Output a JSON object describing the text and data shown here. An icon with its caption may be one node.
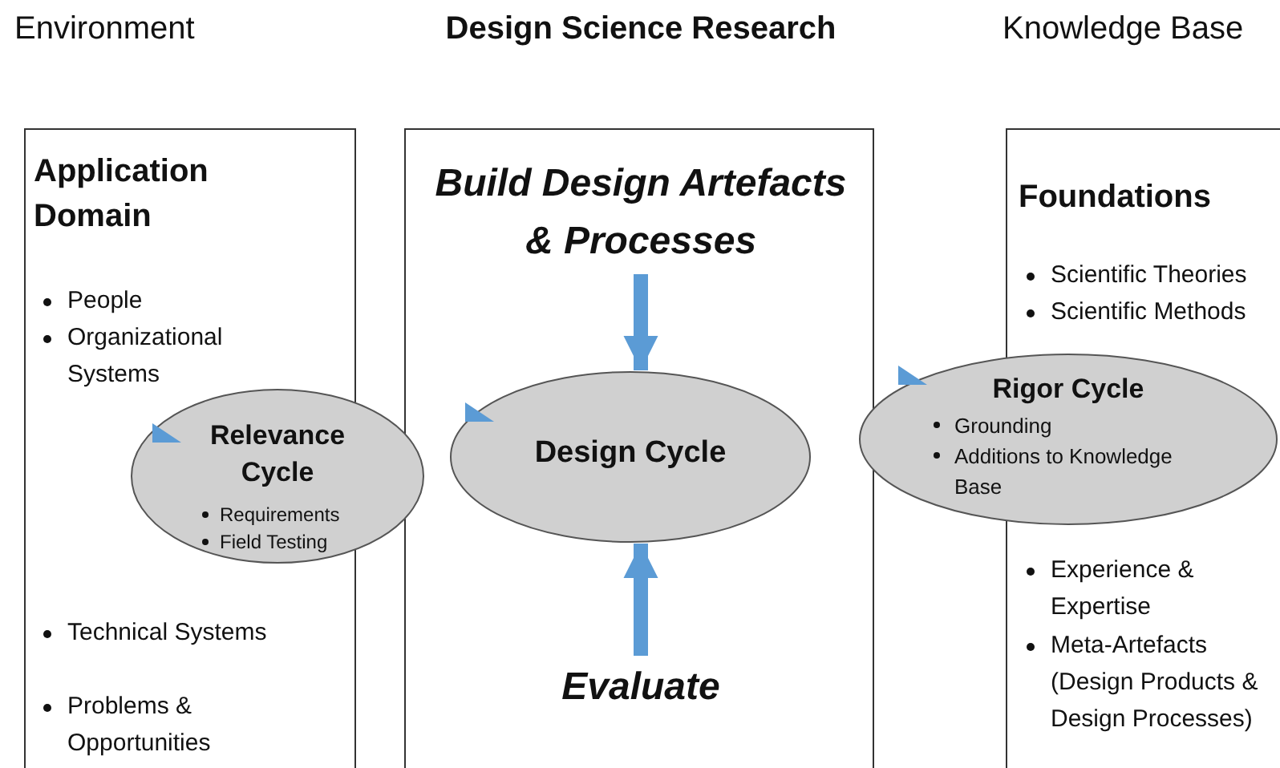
{
  "diagram": {
    "nodes": [
      {
        "text": [
          "Environment",
          "Application Domain",
          "People",
          "Organizational Systems",
          "Technical Systems",
          "Problems & Opportunities"
        ]
      },
      {
        "text": [
          "Design Science Research"
        ]
      },
      {
        "text": [
          "Build Design Artefacts & Processes"
        ],
        "in": 1
      },
      {
        "text": [
          "Design Cycle"
        ],
        "in": 1
      },
      {
        "text": [
          "Evaluate"
        ],
        "in": 1
      },
      {
        "text": [
          "Knowledge Base",
          "Foundations",
          "Scientific Theories",
          "Scientific Methods",
          "Experience & Expertise",
          "Meta-Artefacts (Design Products & Design Processes)"
        ]
      },
      {
        "text": [
          "Relevance Cycle",
          "Requirements",
          "Field Testing"
        ]
      },
      {
        "text": [
          "Rigor Cycle",
          "Grounding",
          "Additions to Knowledge Base"
        ]
      }
    ],
    "edges": [
      {
        "from": 2,
        "to": 3,
        "arrow": "to"
      },
      {
        "from": 4,
        "to": 3,
        "arrow": "to"
      }
    ]
  }
}
